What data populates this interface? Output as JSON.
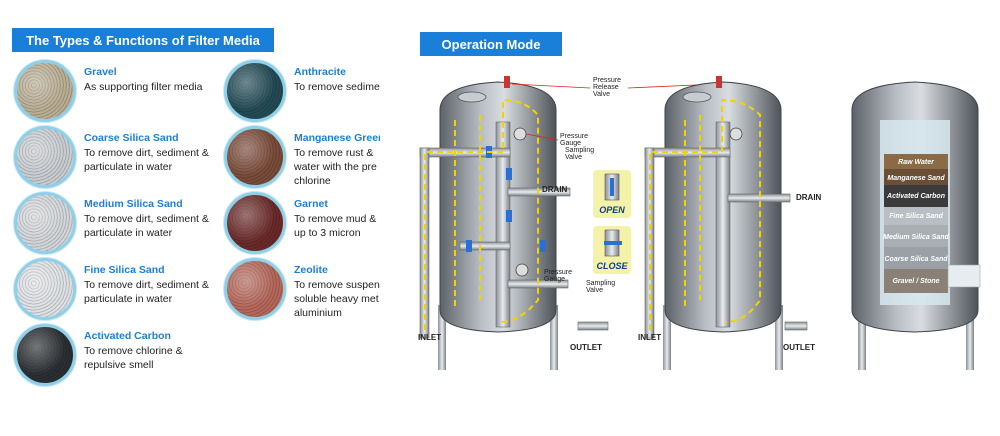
{
  "filter_media": {
    "title": "The Types & Functions of Filter Media",
    "items": [
      {
        "name": "Gravel",
        "desc": [
          "As supporting filter media"
        ],
        "color": "#b9ad93"
      },
      {
        "name": "Coarse Silica Sand",
        "desc": [
          "To remove dirt, sediment &",
          "particulate in water"
        ],
        "color": "#c8ccd0"
      },
      {
        "name": "Medium Silica Sand",
        "desc": [
          "To remove dirt, sediment &",
          "particulate in water"
        ],
        "color": "#d2d5d8"
      },
      {
        "name": "Fine Silica Sand",
        "desc": [
          "To remove dirt, sediment &",
          "particulate in water"
        ],
        "color": "#dde0e3"
      },
      {
        "name": "Activated Carbon",
        "desc": [
          "To remove chlorine &",
          "repulsive smell"
        ],
        "color": "#2b2f33"
      },
      {
        "name": "Anthracite",
        "desc": [
          "To remove sedime"
        ],
        "color": "#234b55"
      },
      {
        "name": "Manganese Green",
        "desc": [
          "To remove rust &",
          "water with the pre",
          "chlorine"
        ],
        "color": "#7a4b38"
      },
      {
        "name": "Garnet",
        "desc": [
          "To remove mud &",
          "up to 3 micron"
        ],
        "color": "#6b2a2a"
      },
      {
        "name": "Zeolite",
        "desc": [
          "To remove suspen",
          "soluble heavy met",
          "aluminium"
        ],
        "color": "#b5675a"
      }
    ]
  },
  "operation": {
    "title": "Operation Mode",
    "labels": {
      "pressure_release": [
        "Pressure",
        "Release",
        "Valve"
      ],
      "pressure_gauge": [
        "Pressure",
        "Gauge"
      ],
      "sampling_valve": [
        "Sampling",
        "Valve"
      ],
      "drain": "DRAIN",
      "inlet": "INLET",
      "outlet": "OUTLET",
      "open": "OPEN",
      "close": "CLOSE"
    },
    "layers": [
      "Raw Water",
      "Manganese Sand",
      "Activated Carbon",
      "Fine Silica Sand",
      "Medium Silica Sand",
      "Coarse Silica Sand",
      "Gravel / Stone"
    ]
  }
}
